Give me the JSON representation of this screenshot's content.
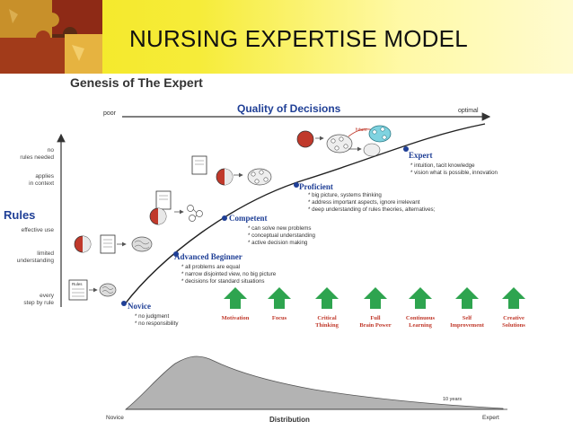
{
  "slide": {
    "title": "NURSING EXPERTISE MODEL",
    "subtitle": "Genesis of The Expert"
  },
  "quality": {
    "label": "Quality of Decisions",
    "poor": "poor",
    "optimal": "optimal"
  },
  "rules_axis": {
    "label": "Rules",
    "levels": [
      "no rules needed",
      "applies in context",
      "effective use",
      "limited understanding",
      "every step by rule"
    ]
  },
  "stages": [
    {
      "name": "Novice",
      "points": [
        "* no judgment",
        "* no responsibility"
      ]
    },
    {
      "name": "Advanced Beginner",
      "points": [
        "* all problems are equal",
        "* narrow disjointed view, no big picture",
        "* decisions for standard situations"
      ]
    },
    {
      "name": "Competent",
      "points": [
        "* can solve new problems",
        "* conceptual understanding",
        "* active decision making"
      ]
    },
    {
      "name": "Proficient",
      "points": [
        "* big picture, systems thinking",
        "* address important aspects, ignore irrelevant",
        "* deep understanding of rules theories, alternatives;"
      ]
    },
    {
      "name": "Expert",
      "points": [
        "* intuition, tacit knowledge",
        "* vision what is possible, innovation"
      ]
    }
  ],
  "illustration_labels": {
    "rules_card": "Rules",
    "future": "future"
  },
  "growth_factors": [
    "Motivation",
    "Focus",
    "Critical Thinking",
    "Full Brain Power",
    "Continuous Learning",
    "Self Improvement",
    "Creative Solutions"
  ],
  "distribution": {
    "label": "Distribution",
    "start": "Novice",
    "end": "Expert",
    "note": "10 years"
  },
  "colors": {
    "banner": "#f3e71f",
    "stage_blue": "#1f3f96",
    "arrow_green": "#2ea44f",
    "factor_red": "#c0392b",
    "hump_gray": "#b3b3b3"
  }
}
